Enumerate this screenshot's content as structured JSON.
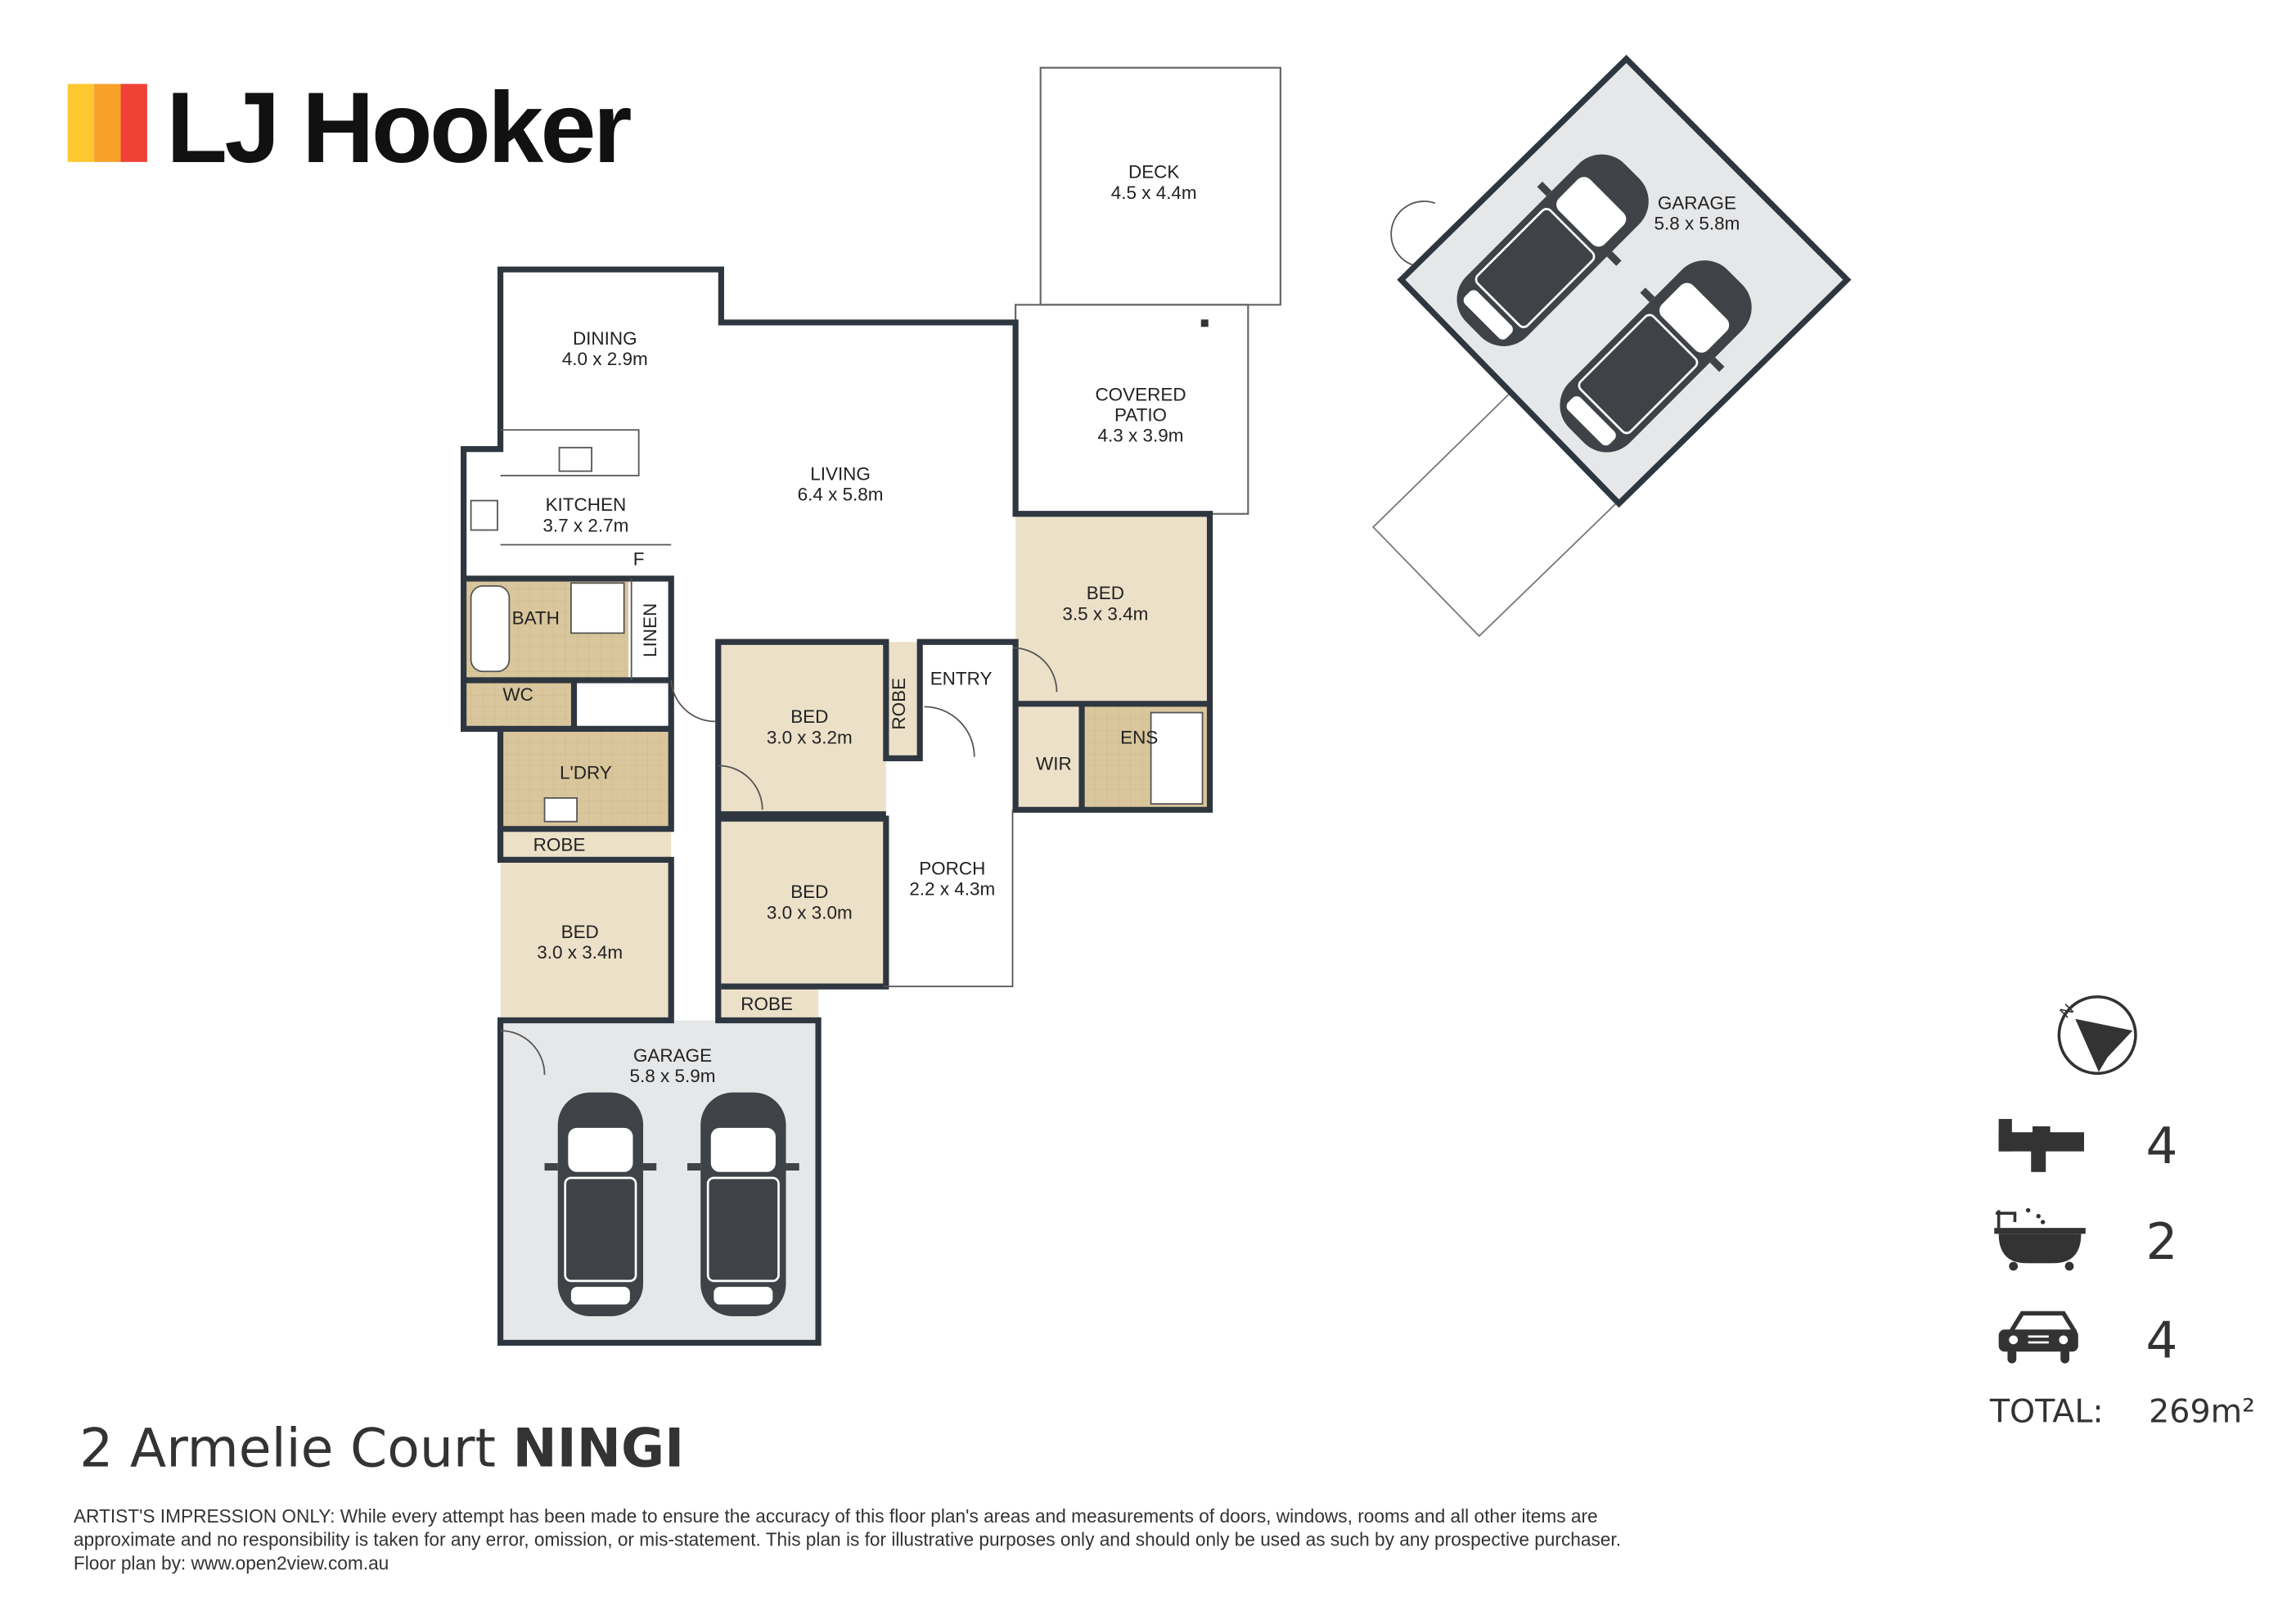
{
  "brand": {
    "name": "LJ Hooker",
    "colors": [
      "#fdc82f",
      "#f7a12b",
      "#ef4136"
    ]
  },
  "rooms": [
    {
      "name": "DECK",
      "dims": "4.5 x 4.4m"
    },
    {
      "name": "GARAGE",
      "dims": "5.8 x 5.8m"
    },
    {
      "name": "DINING",
      "dims": "4.0 x 2.9m"
    },
    {
      "name": "LIVING",
      "dims": "6.4 x 5.8m"
    },
    {
      "name": "COVERED",
      "name2": "PATIO",
      "dims": "4.3 x 3.9m"
    },
    {
      "name": "KITCHEN",
      "dims": "3.7 x 2.7m"
    },
    {
      "name": "BED",
      "dims": "3.5 x 3.4m"
    },
    {
      "name": "BED",
      "dims": "3.0 x 3.2m"
    },
    {
      "name": "BED",
      "dims": "3.0 x 3.0m"
    },
    {
      "name": "PORCH",
      "dims": "2.2 x 4.3m"
    },
    {
      "name": "BED",
      "dims": "3.0 x 3.4m"
    },
    {
      "name": "GARAGE",
      "dims": "5.8 x 5.9m"
    }
  ],
  "small_labels": {
    "bath": "BATH",
    "linen": "LINEN",
    "entry": "ENTRY",
    "robe_a": "ROBE",
    "wc": "WC",
    "ens": "ENS",
    "wir": "WIR",
    "ldry": "L'DRY",
    "robe_b": "ROBE",
    "robe_c": "ROBE",
    "fridge": "F"
  },
  "compass": {
    "label": "N"
  },
  "stats": {
    "bedrooms": "4",
    "bathrooms": "2",
    "cars": "4",
    "total_label": "TOTAL:",
    "total_value": "269m²"
  },
  "address": {
    "street": "2 Armelie Court",
    "suburb": "NINGI"
  },
  "disclaimer": [
    "ARTIST'S IMPRESSION ONLY: While every attempt has been made to ensure the accuracy of this floor plan's areas and measurements of doors, windows, rooms and all other items are",
    "approximate and no responsibility is taken for any error, omission, or mis-statement. This plan is for illustrative purposes only and should only be used as such by any prospective purchaser.",
    "Floor plan by: www.open2view.com.au"
  ]
}
